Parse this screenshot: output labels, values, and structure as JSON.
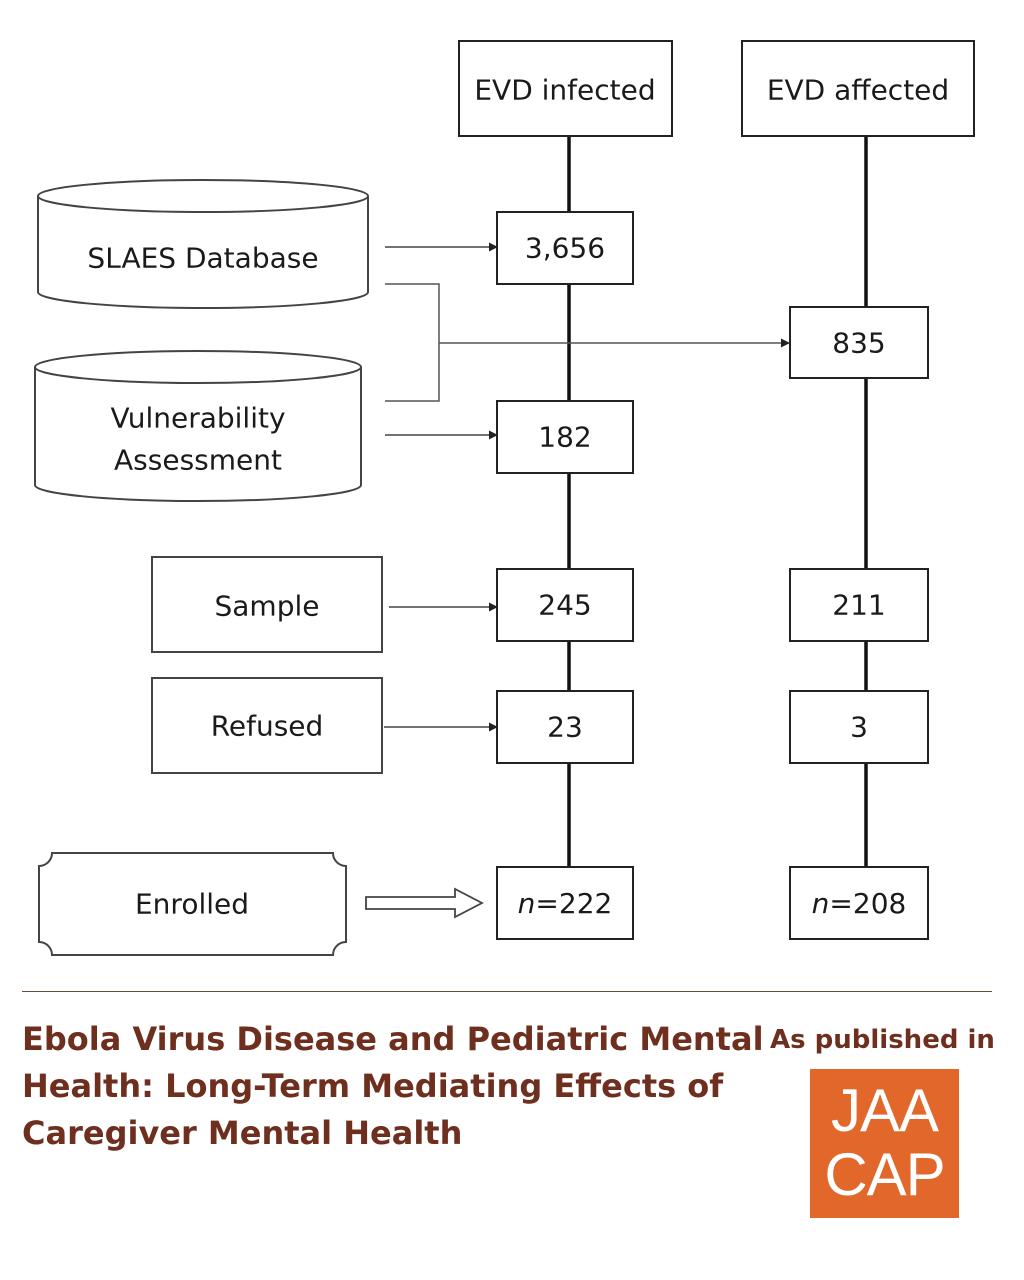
{
  "diagram": {
    "columns": {
      "infected": "EVD infected",
      "affected": "EVD affected"
    },
    "sources": {
      "slaes": "SLAES Database",
      "vulnerability_line1": "Vulnerability",
      "vulnerability_line2": "Assessment",
      "sample": "Sample",
      "refused": "Refused",
      "enrolled": "Enrolled"
    },
    "infected_counts": {
      "slaes": "3,656",
      "vulnerability": "182",
      "sample": "245",
      "refused": "23",
      "enrolled_prefix": "n",
      "enrolled_value": "=222"
    },
    "affected_counts": {
      "combined": "835",
      "sample": "211",
      "refused": "3",
      "enrolled_prefix": "n",
      "enrolled_value": "=208"
    }
  },
  "caption": {
    "title_line1": "Ebola Virus Disease and Pediatric Mental",
    "title_line2": "Health: Long-Term Mediating Effects of",
    "title_line3": "Caregiver Mental Health",
    "published_label": "As published in",
    "journal_line1": "JAA",
    "journal_line2": "CAP"
  },
  "colors": {
    "caption_text": "#6e2f1f",
    "logo_background": "#e2672a"
  }
}
